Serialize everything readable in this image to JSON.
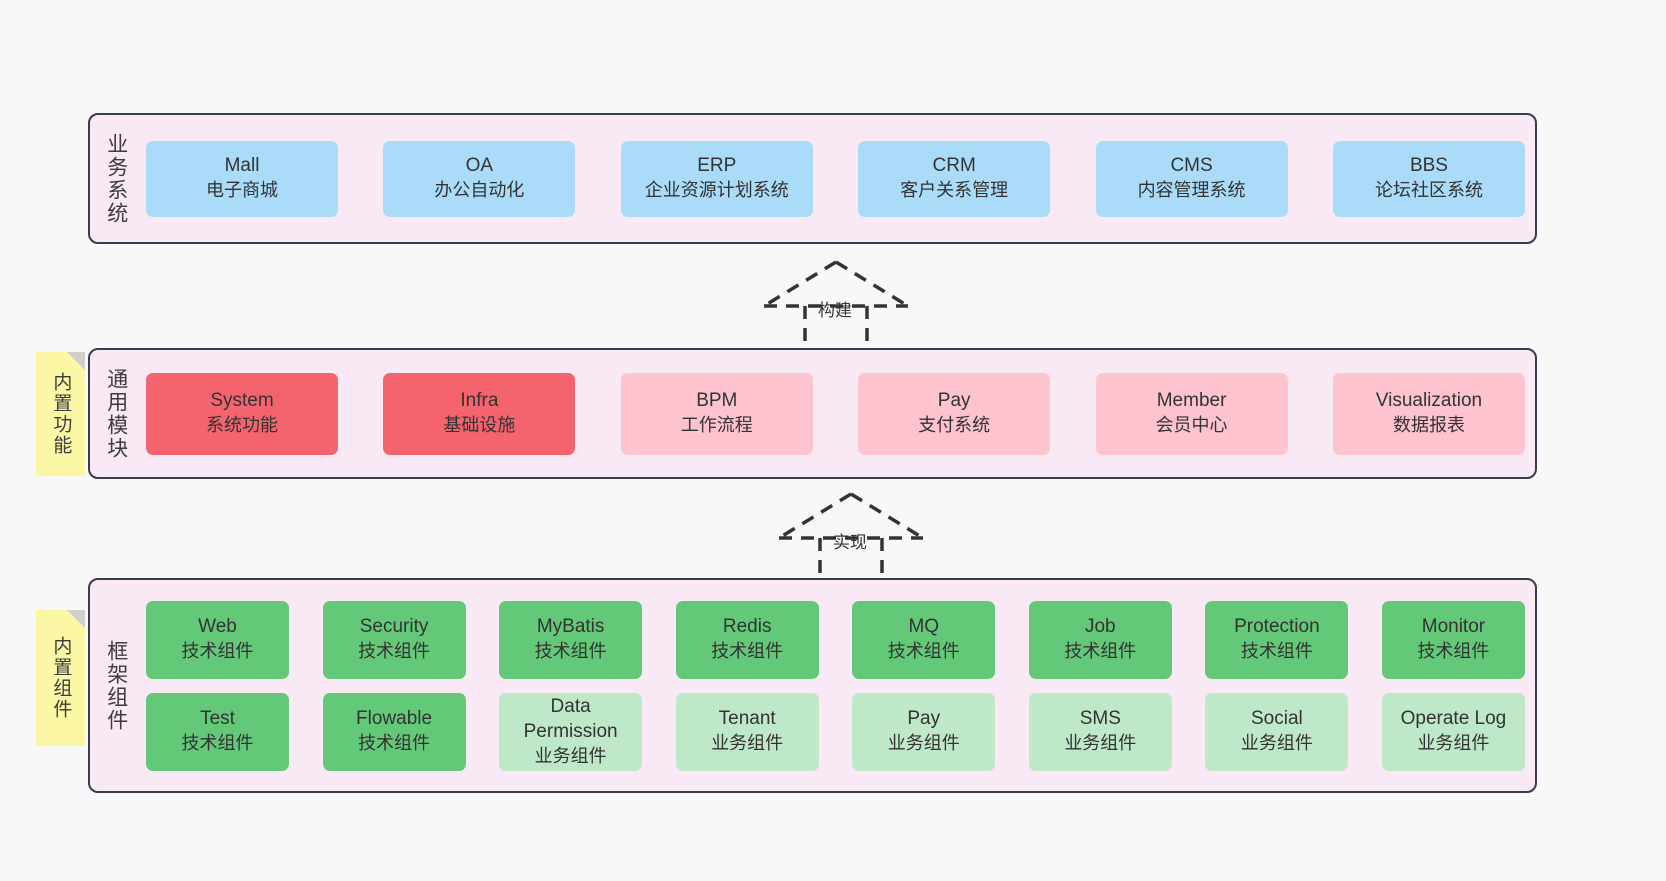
{
  "diagram": {
    "background_color": "#f8f8f8",
    "layer_fill": "#f9e9f5",
    "layer_border": "#3b3b4f",
    "sticky_color": "#fbf7a4"
  },
  "layers": [
    {
      "id": "business",
      "title": "业务系统",
      "cards": [
        {
          "en": "Mall",
          "cn": "电子商城",
          "color": "#aadcfa"
        },
        {
          "en": "OA",
          "cn": "办公自动化",
          "color": "#aadcfa"
        },
        {
          "en": "ERP",
          "cn": "企业资源计划系统",
          "color": "#aadcfa"
        },
        {
          "en": "CRM",
          "cn": "客户关系管理",
          "color": "#aadcfa"
        },
        {
          "en": "CMS",
          "cn": "内容管理系统",
          "color": "#aadcfa"
        },
        {
          "en": "BBS",
          "cn": "论坛社区系统",
          "color": "#aadcfa"
        }
      ]
    },
    {
      "id": "common",
      "title": "通用模块",
      "sticky": "内置功能",
      "cards": [
        {
          "en": "System",
          "cn": "系统功能",
          "color": "#f4646e"
        },
        {
          "en": "Infra",
          "cn": "基础设施",
          "color": "#f4646e"
        },
        {
          "en": "BPM",
          "cn": "工作流程",
          "color": "#fdc3cf"
        },
        {
          "en": "Pay",
          "cn": "支付系统",
          "color": "#fdc3cf"
        },
        {
          "en": "Member",
          "cn": "会员中心",
          "color": "#fdc3cf"
        },
        {
          "en": "Visualization",
          "cn": "数据报表",
          "color": "#fdc3cf"
        }
      ]
    },
    {
      "id": "framework",
      "title": "框架组件",
      "sticky": "内置组件",
      "rows": [
        [
          {
            "en": "Web",
            "cn": "技术组件",
            "color": "#63c878"
          },
          {
            "en": "Security",
            "cn": "技术组件",
            "color": "#63c878"
          },
          {
            "en": "MyBatis",
            "cn": "技术组件",
            "color": "#63c878"
          },
          {
            "en": "Redis",
            "cn": "技术组件",
            "color": "#63c878"
          },
          {
            "en": "MQ",
            "cn": "技术组件",
            "color": "#63c878"
          },
          {
            "en": "Job",
            "cn": "技术组件",
            "color": "#63c878"
          },
          {
            "en": "Protection",
            "cn": "技术组件",
            "color": "#63c878"
          },
          {
            "en": "Monitor",
            "cn": "技术组件",
            "color": "#63c878"
          }
        ],
        [
          {
            "en": "Test",
            "cn": "技术组件",
            "color": "#63c878"
          },
          {
            "en": "Flowable",
            "cn": "技术组件",
            "color": "#63c878"
          },
          {
            "en": "Data Permission",
            "cn": "业务组件",
            "color": "#bfe8c8"
          },
          {
            "en": "Tenant",
            "cn": "业务组件",
            "color": "#bfe8c8"
          },
          {
            "en": "Pay",
            "cn": "业务组件",
            "color": "#bfe8c8"
          },
          {
            "en": "SMS",
            "cn": "业务组件",
            "color": "#bfe8c8"
          },
          {
            "en": "Social",
            "cn": "业务组件",
            "color": "#bfe8c8"
          },
          {
            "en": "Operate Log",
            "cn": "业务组件",
            "color": "#bfe8c8"
          }
        ]
      ]
    }
  ],
  "arrows": [
    {
      "id": "build",
      "label": "构建",
      "style": "dashed-hollow-triangle"
    },
    {
      "id": "impl",
      "label": "实现",
      "style": "dashed-hollow-triangle"
    }
  ]
}
